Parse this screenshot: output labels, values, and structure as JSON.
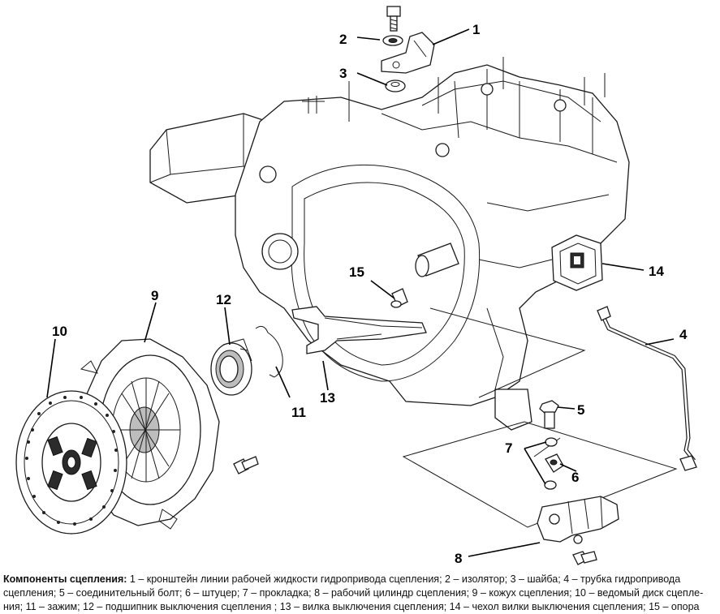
{
  "callouts": [
    "1",
    "2",
    "3",
    "4",
    "5",
    "6",
    "7",
    "8",
    "9",
    "10",
    "11",
    "12",
    "13",
    "14",
    "15"
  ],
  "caption": {
    "heading": "Компоненты сцепления:",
    "text": " 1 – кронштейн линии рабочей жидкости гидропривода сцепления; 2 – изолятор; 3 – шайба; 4 – трубка гидропривода сцепления; 5 – соединительный болт; 6 – штуцер; 7 – прокладка; 8 – рабочий цилиндр сцепления; 9 – кожух сцепления; 10 – ведомый диск сцепле-ния; 11 – зажим; 12 – подшипник выключения сцепления ; 13 – вилка выключения сцепления; 14 – чехол вилки выключения сцепления; 15 – опора"
  }
}
